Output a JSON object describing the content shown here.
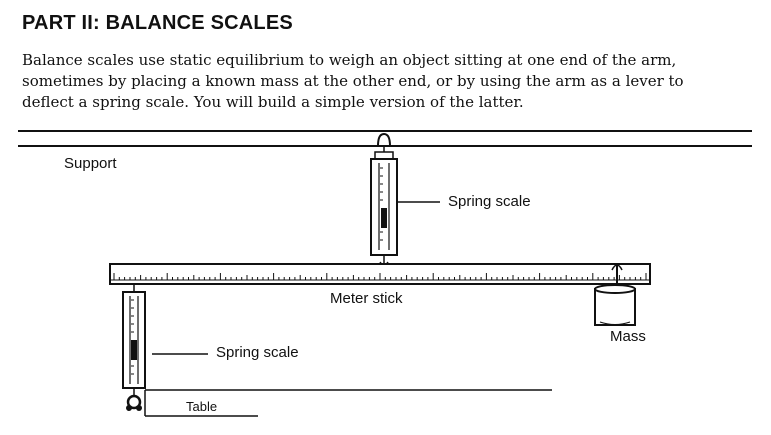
{
  "heading": "PART II: BALANCE SCALES",
  "intro_lines": [
    "Balance scales use static equilibrium to weigh an object sitting at one end of the arm,",
    "sometimes by placing a known mass at the other end, or by using the arm as a lever to",
    "deflect a spring scale.  You will build a simple version of the latter."
  ],
  "figure": {
    "labels": {
      "support": "Support",
      "spring_scale_top": "Spring scale",
      "meter_stick": "Meter stick",
      "mass": "Mass",
      "spring_scale_bottom": "Spring scale",
      "table": "Table"
    }
  }
}
